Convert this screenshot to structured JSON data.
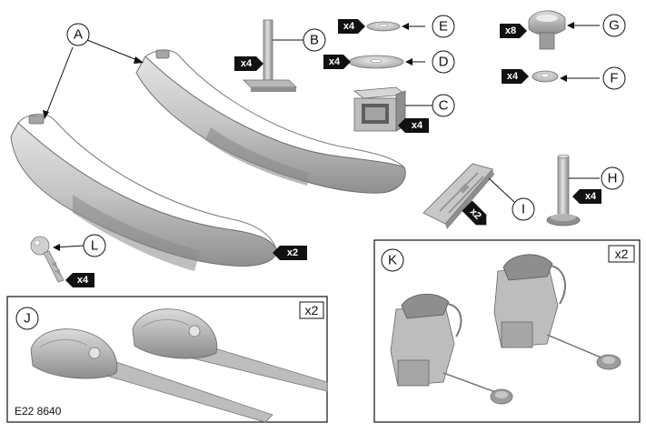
{
  "figure": {
    "reference_code": "E22 8640",
    "colors": {
      "part_fill": "#c9c9c9",
      "part_dark": "#8e8e8e",
      "part_light": "#e6e6e6",
      "ink": "#111111",
      "tag": "#111111"
    }
  },
  "callouts": [
    {
      "id": "A",
      "label": "A"
    },
    {
      "id": "B",
      "label": "B"
    },
    {
      "id": "C",
      "label": "C"
    },
    {
      "id": "D",
      "label": "D"
    },
    {
      "id": "E",
      "label": "E"
    },
    {
      "id": "F",
      "label": "F"
    },
    {
      "id": "G",
      "label": "G"
    },
    {
      "id": "H",
      "label": "H"
    },
    {
      "id": "I",
      "label": "I"
    },
    {
      "id": "J",
      "label": "J"
    },
    {
      "id": "K",
      "label": "K"
    },
    {
      "id": "L",
      "label": "L"
    }
  ],
  "quantities": {
    "b": "x4",
    "c": "x4",
    "d": "x4",
    "e": "x4",
    "f": "x4",
    "g": "x8",
    "h": "x4",
    "i": "x2",
    "a": "x2",
    "l": "x4"
  },
  "boxes": {
    "j": "x2",
    "k": "x2"
  }
}
